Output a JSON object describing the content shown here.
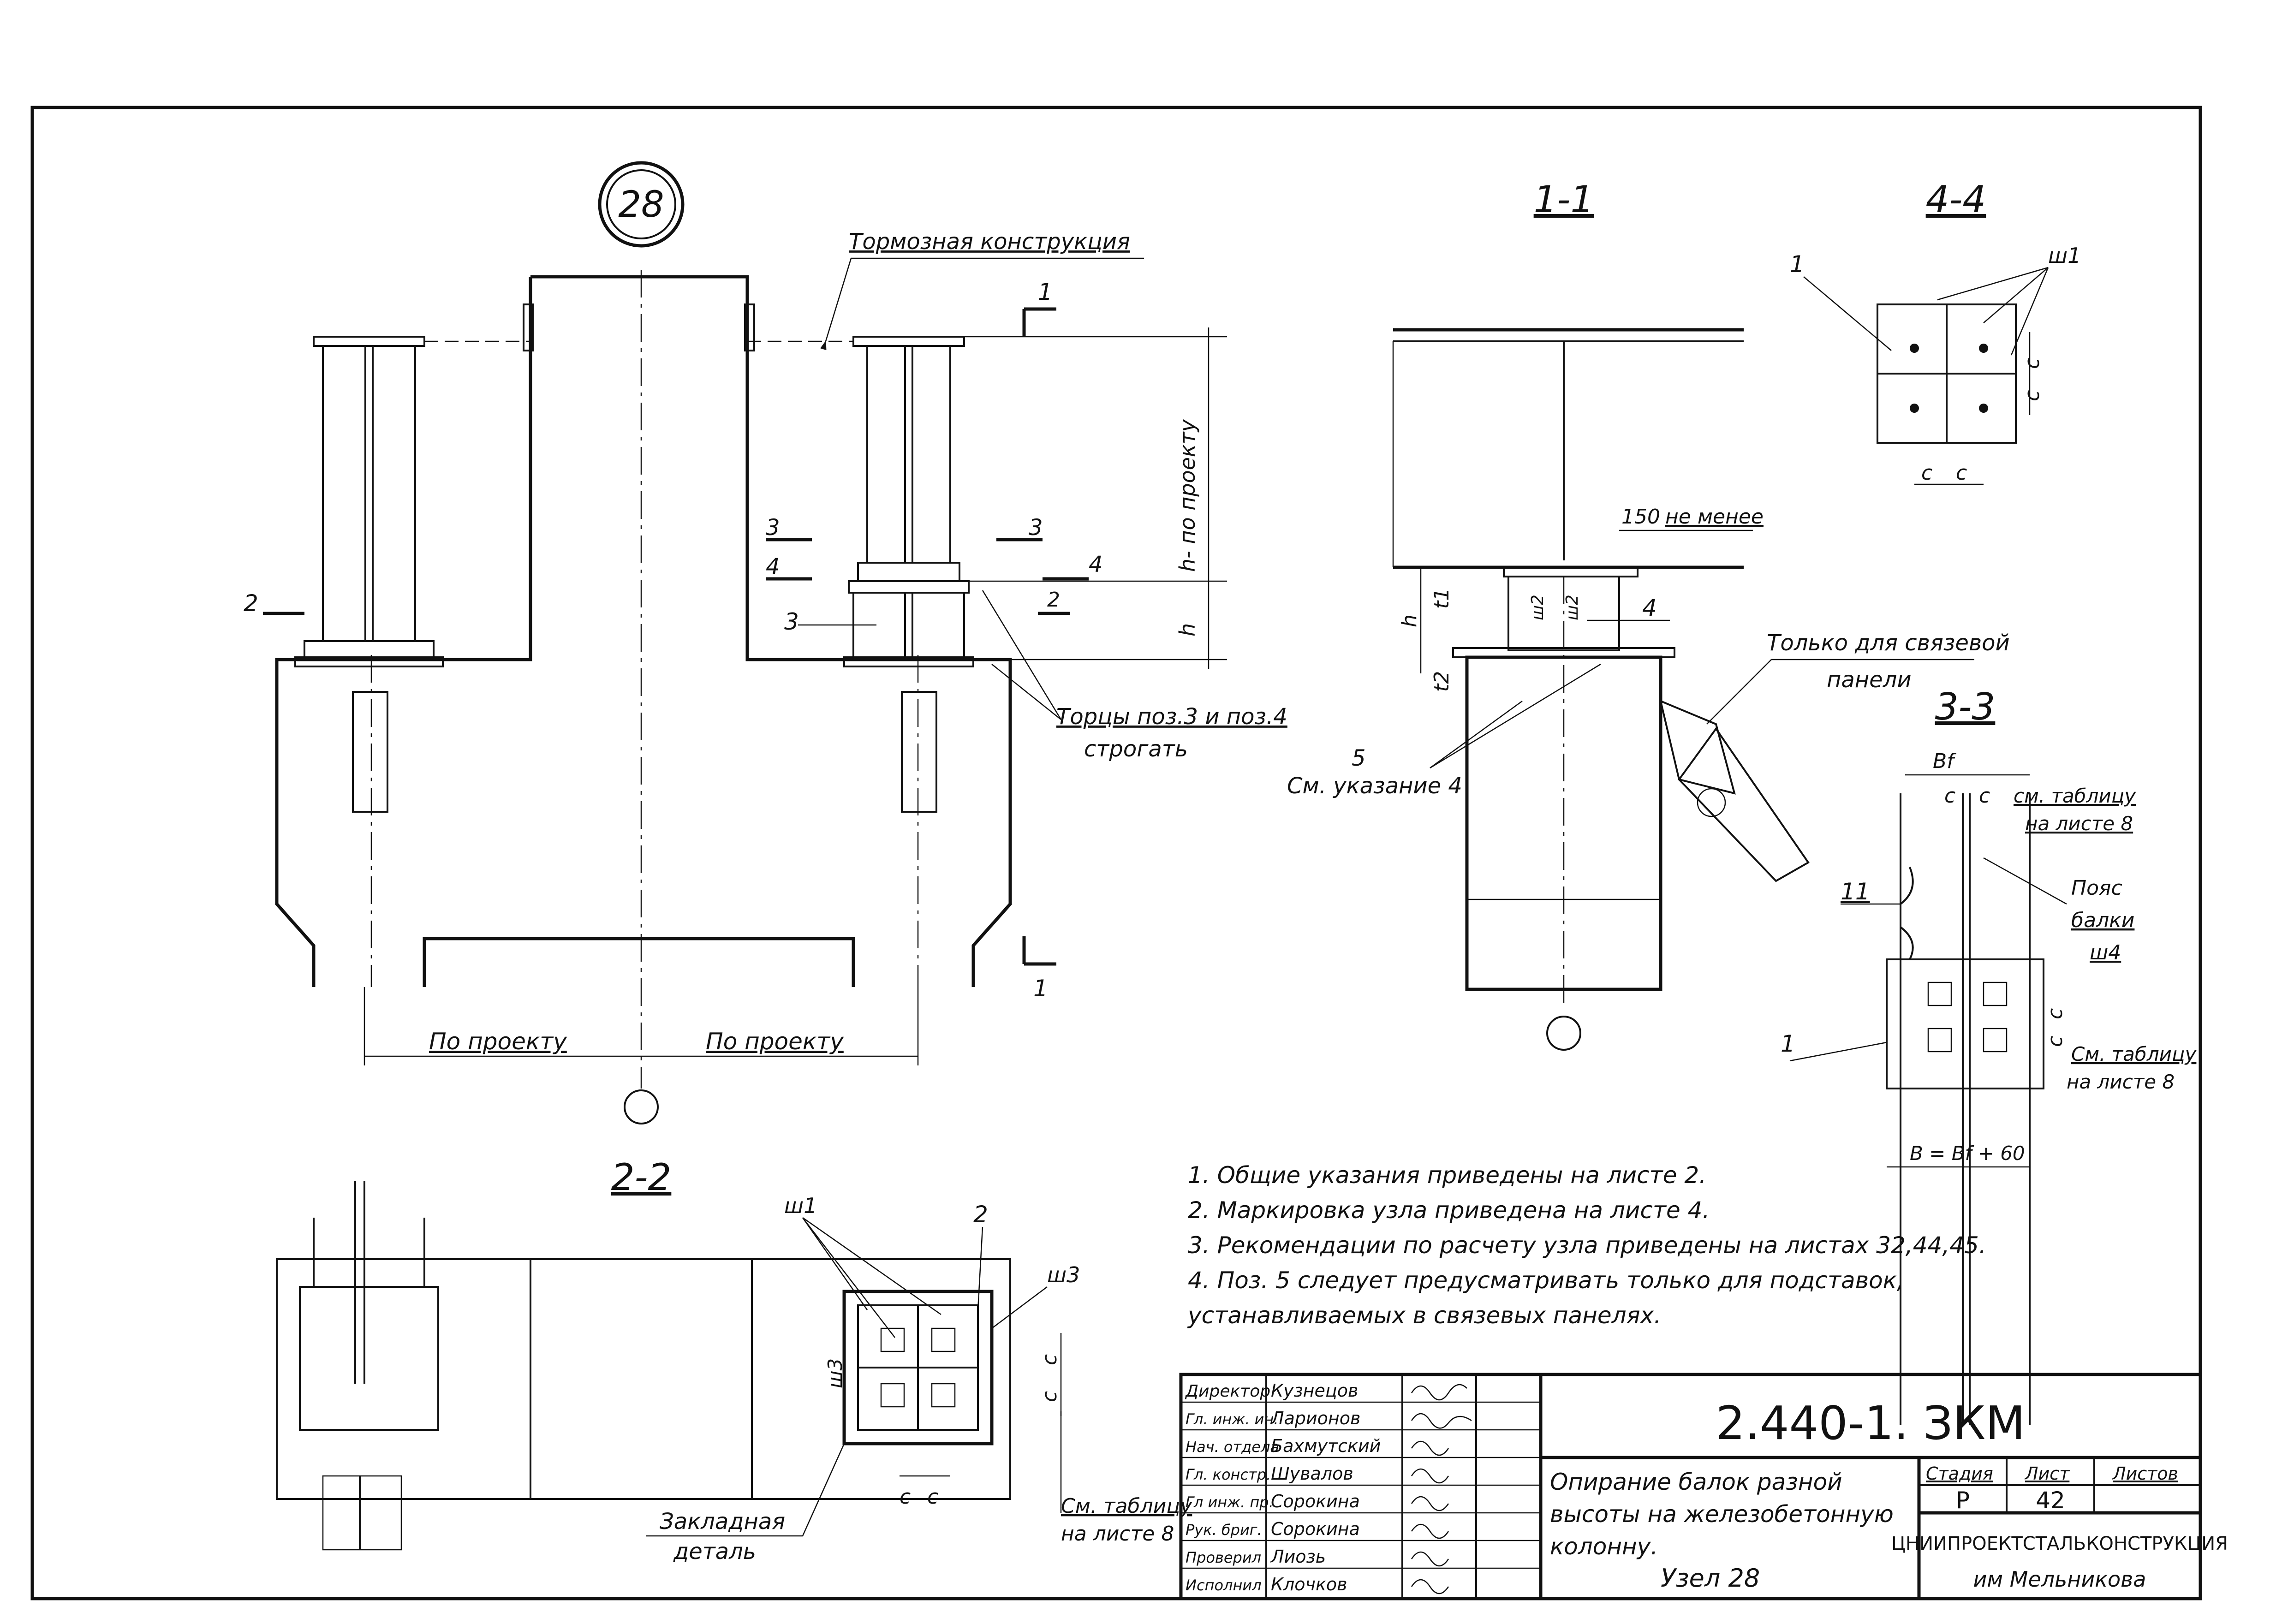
{
  "node_number": "28",
  "labels": {
    "braking_structure": "Тормозная конструкция",
    "h_by_project": "h- по проекту",
    "h": "h",
    "t1": "t1",
    "t2": "t2",
    "by_project_left": "По проекту",
    "by_project_right": "По проекту",
    "ends_note_1": "Торцы поз.3 и поз.4",
    "ends_note_2": "строгать",
    "see_note_num": "5",
    "see_note": "См. указание 4",
    "only_braced_1": "Только для связевой",
    "only_braced_2": "панели",
    "min150": "150",
    "not_less": "не менее",
    "embedded_1": "Закладная",
    "embedded_2": "деталь",
    "see_table_1": "См. таблицу",
    "see_table_2": "на листе 8",
    "see_table_3": "см. таблицу",
    "see_table_4": "на листе 8",
    "see_table_5": "См. таблицу",
    "see_table_6": "на листе 8",
    "belt_1": "Пояс",
    "belt_2": "балки",
    "sh4": "ш4",
    "sh1": "ш1",
    "sh1b": "ш1",
    "sh2": "ш2",
    "sh3": "ш3",
    "sh3b": "ш3",
    "bf": "Bf",
    "b_formula": "B = Bf + 60",
    "c": "c",
    "pos1": "1",
    "pos2": "2",
    "pos3": "3",
    "pos4": "4",
    "pos11": "11",
    "cut1": "1",
    "cut2": "2",
    "cut3": "3",
    "cut4": "4"
  },
  "sections": {
    "s11": "1-1",
    "s22": "2-2",
    "s33": "3-3",
    "s44": "4-4"
  },
  "notes": [
    "1.  Общие указания приведены на листе 2.",
    "2.  Маркировка узла приведена на листе 4.",
    "3.  Рекомендации по расчету узла приведены на листах 32,44,45.",
    "4.  Поз. 5 следует предусматривать только для подставок,",
    "     устанавливаемых в связевых панелях."
  ],
  "title_block": {
    "code": "2.440-1. ЗКМ",
    "title_lines": [
      "Опирание балок разной",
      "высоты на железобетонную",
      "колонну."
    ],
    "node": "Узел 28",
    "stage_label": "Стадия",
    "sheet_label": "Лист",
    "sheets_label": "Листов",
    "stage": "Р",
    "sheet": "42",
    "org_1": "ЦНИИПРОЕКТСТАЛЬКОНСТРУКЦИЯ",
    "org_2": "им Мельникова",
    "people": [
      {
        "role": "Директор",
        "name": "Кузнецов"
      },
      {
        "role": "Гл. инж. ин.",
        "name": "Ларионов"
      },
      {
        "role": "Нач. отдела",
        "name": "Бахмутский"
      },
      {
        "role": "Гл. констр.",
        "name": "Шувалов"
      },
      {
        "role": "Гл инж. пр.",
        "name": "Сорокина"
      },
      {
        "role": "Рук. бриг.",
        "name": "Сорокина"
      },
      {
        "role": "Проверил",
        "name": "Лиозь"
      },
      {
        "role": "Исполнил",
        "name": "Клочков"
      }
    ]
  }
}
